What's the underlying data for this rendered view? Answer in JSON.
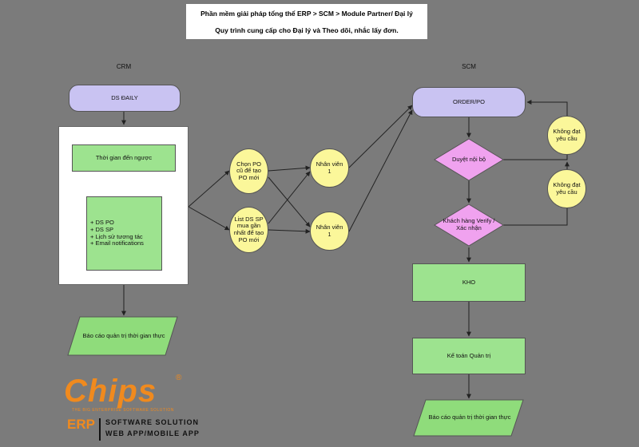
{
  "header": {
    "line1": "Phần mềm giải pháp tổng thể ERP > SCM > Module Partner/ Đại lý",
    "line2": "Quy trình cung cấp cho Đại lý và Theo dõi, nhắc lấy đơn."
  },
  "sections": {
    "crm": "CRM",
    "scm": "SCM"
  },
  "nodes": {
    "ds_daily": "DS ĐAILY",
    "thoi_gian": "Thời gian đến ngược",
    "list_items": [
      "+ DS PO",
      "+ DS SP",
      "+ Lịch sử tương tác",
      "+ Email notifications"
    ],
    "bao_cao_left": "Báo cáo quản trị thời gian thực",
    "chon_po": "Chọn PO cũ để tạo PO mới",
    "list_ds_sp": "List DS SP mua gần nhất để tạo PO mới",
    "nhan_vien_top": "Nhân viên 1",
    "nhan_vien_bottom": "Nhân viên 1",
    "order_po": "ORDER/PO",
    "duyet_noi_bo": "Duyệt nội bộ",
    "khach_hang": "Khách hàng Verify / Xác nhận",
    "khong_dat_top": "Không đạt yêu cầu",
    "khong_dat_bottom": "Không đạt yêu cầu",
    "kho": "KHO",
    "ke_toan": "Kế toán Quản trị",
    "bao_cao_right": "Báo cáo quản trị thời gian thực"
  },
  "logo": {
    "brand": "Chips",
    "reg": "®",
    "tagline": "THE BIG ENTERPRISE SOFTWARE SOLUTION",
    "erp": "ERP",
    "line1": "SOFTWARE SOLUTION",
    "line2": "WEB APP/MOBILE APP"
  },
  "colors": {
    "background": "#7b7b7b",
    "lavender": "#c9c3f2",
    "green": "#9de38f",
    "yellow": "#fbf79a",
    "brand_orange": "#f08a1e"
  }
}
